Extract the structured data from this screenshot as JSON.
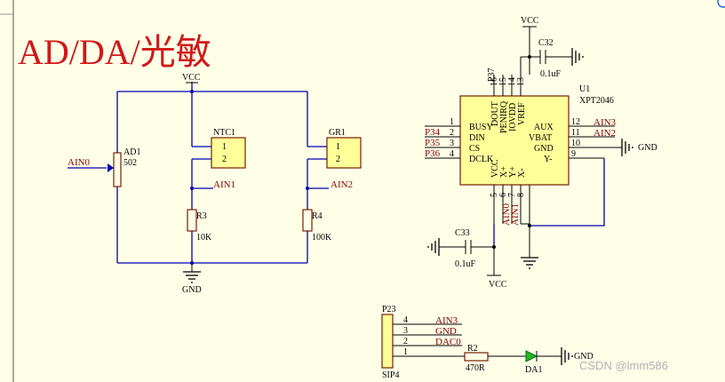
{
  "title": "AD/DA/光敏",
  "watermark": "CSDN @lmm586",
  "power": {
    "vcc": "VCC",
    "gnd": "GND"
  },
  "parts": {
    "ad1": {
      "ref": "AD1",
      "value": "502"
    },
    "ntc1": {
      "ref": "NTC1",
      "pin1": "1",
      "pin2": "2"
    },
    "gr1": {
      "ref": "GR1",
      "pin1": "1",
      "pin2": "2"
    },
    "r3": {
      "ref": "R3",
      "value": "10K"
    },
    "r4": {
      "ref": "R4",
      "value": "100K"
    },
    "c32": {
      "ref": "C32",
      "value": "0.1uF"
    },
    "c33": {
      "ref": "C33",
      "value": "0.1uF"
    },
    "u1": {
      "ref": "U1",
      "value": "XPT2046",
      "left_pins": [
        {
          "num": "1",
          "name": "BUSY"
        },
        {
          "num": "2",
          "name": "DIN"
        },
        {
          "num": "3",
          "name": "CS"
        },
        {
          "num": "4",
          "name": "DCLK"
        }
      ],
      "right_pins": [
        {
          "num": "12",
          "name": "AUX"
        },
        {
          "num": "11",
          "name": "VBAT"
        },
        {
          "num": "10",
          "name": "GND"
        },
        {
          "num": "9",
          "name": "Y-"
        }
      ],
      "top_pins": [
        {
          "num": "16",
          "name": "DOUT"
        },
        {
          "num": "15",
          "name": "PENIRQ"
        },
        {
          "num": "14",
          "name": "IOVDD"
        },
        {
          "num": "13",
          "name": "VREF"
        }
      ],
      "bottom_pins": [
        {
          "num": "5",
          "name": "VCC"
        },
        {
          "num": "6",
          "name": "X+"
        },
        {
          "num": "7",
          "name": "Y+"
        },
        {
          "num": "8",
          "name": "X-"
        }
      ],
      "p37_label": "P37"
    },
    "p23": {
      "ref": "P23",
      "footprint": "SIP4",
      "pins": [
        "4",
        "3",
        "2",
        "1"
      ]
    },
    "r2": {
      "ref": "R2",
      "value": "470R"
    },
    "da1": {
      "ref": "DA1"
    }
  },
  "nets": {
    "ain0": "AIN0",
    "ain1": "AIN1",
    "ain2": "AIN2",
    "ain3": "AIN3",
    "dac0": "DAC0",
    "p34": "P34",
    "p35": "P35",
    "p36": "P36"
  }
}
